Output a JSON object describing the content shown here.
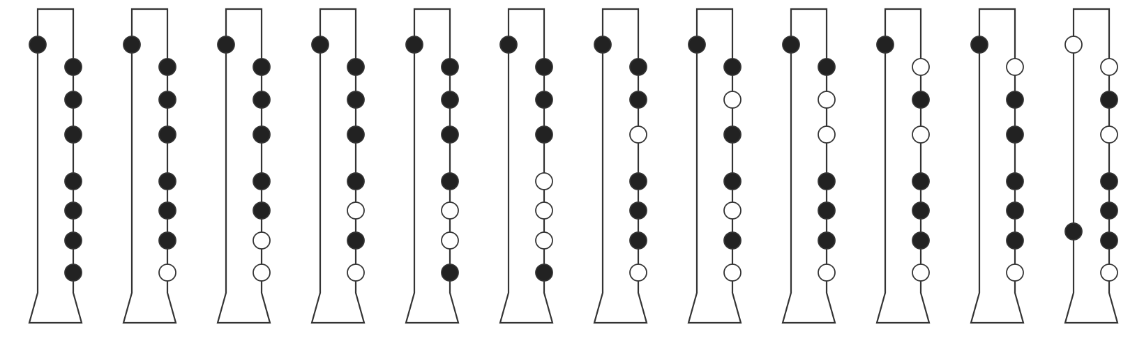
{
  "diagram": {
    "type": "recorder-fingering-chart",
    "instrument_count": 12,
    "colors": {
      "closed": "#222222",
      "open": "#ffffff",
      "outline": "#333333",
      "background": "#ffffff"
    },
    "fingerings": [
      {
        "thumb": "closed",
        "holes": [
          "closed",
          "closed",
          "closed",
          "closed",
          "closed",
          "closed",
          "closed"
        ]
      },
      {
        "thumb": "closed",
        "holes": [
          "closed",
          "closed",
          "closed",
          "closed",
          "closed",
          "closed",
          "open"
        ]
      },
      {
        "thumb": "closed",
        "holes": [
          "closed",
          "closed",
          "closed",
          "closed",
          "closed",
          "open",
          "open"
        ]
      },
      {
        "thumb": "closed",
        "holes": [
          "closed",
          "closed",
          "closed",
          "closed",
          "open",
          "closed",
          "open"
        ]
      },
      {
        "thumb": "closed",
        "holes": [
          "closed",
          "closed",
          "closed",
          "closed",
          "open",
          "open",
          "closed"
        ]
      },
      {
        "thumb": "closed",
        "holes": [
          "closed",
          "closed",
          "closed",
          "open",
          "open",
          "open",
          "closed"
        ]
      },
      {
        "thumb": "closed",
        "holes": [
          "closed",
          "closed",
          "open",
          "closed",
          "closed",
          "closed",
          "open"
        ]
      },
      {
        "thumb": "closed",
        "holes": [
          "closed",
          "open",
          "closed",
          "closed",
          "open",
          "closed",
          "open"
        ]
      },
      {
        "thumb": "closed",
        "holes": [
          "closed",
          "open",
          "open",
          "closed",
          "closed",
          "closed",
          "open"
        ]
      },
      {
        "thumb": "closed",
        "holes": [
          "open",
          "closed",
          "open",
          "closed",
          "closed",
          "closed",
          "open"
        ]
      },
      {
        "thumb": "closed",
        "holes": [
          "open",
          "closed",
          "closed",
          "closed",
          "closed",
          "closed",
          "open"
        ]
      },
      {
        "thumb": "open",
        "holes": [
          "open",
          "closed",
          "open",
          "closed",
          "closed",
          "closed",
          "open"
        ],
        "extra_left_lower": "closed"
      }
    ]
  }
}
